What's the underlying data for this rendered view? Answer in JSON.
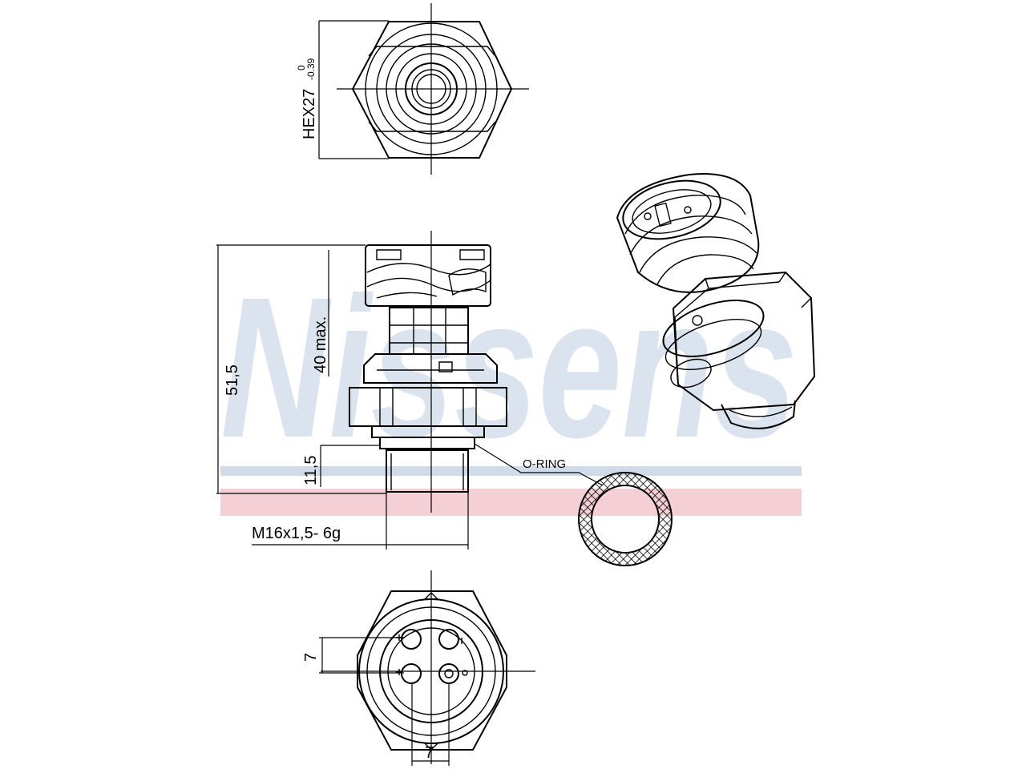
{
  "watermark": {
    "brand": "Nissens",
    "band_blue": "#cfdbe8",
    "band_red": "#f5cfd6",
    "text_color": "#dbe4ee"
  },
  "views": {
    "top_view": {
      "hex_label": "HEX27",
      "tolerance_upper": "0",
      "tolerance_lower": "-0.39"
    },
    "side_view": {
      "overall_height": "51,5",
      "body_height_label": "40 max.",
      "thread_length": "11,5",
      "thread_spec": "M16x1,5- 6g"
    },
    "oring_label": "O-RING",
    "bottom_view": {
      "pin_spacing_vertical": "7",
      "pin_spacing_horizontal": "7"
    }
  },
  "icons": [
    "pressure-sensor-3d-icon",
    "o-ring-section-icon"
  ]
}
